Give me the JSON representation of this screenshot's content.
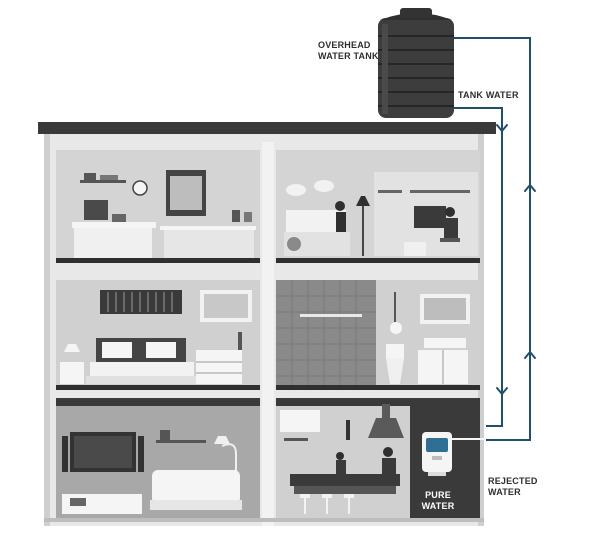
{
  "labels": {
    "overhead_tank_line1": "OVERHEAD",
    "overhead_tank_line2": "WATER TANK",
    "tank_water": "TANK WATER",
    "rejected_water_line1": "REJECTED",
    "rejected_water_line2": "WATER",
    "pure_water_line1": "PURE",
    "pure_water_line2": "WATER"
  },
  "colors": {
    "pipe": "#1f4f6b",
    "house_dark": "#3a3a3a",
    "room_fill": "#d6d6d6"
  }
}
